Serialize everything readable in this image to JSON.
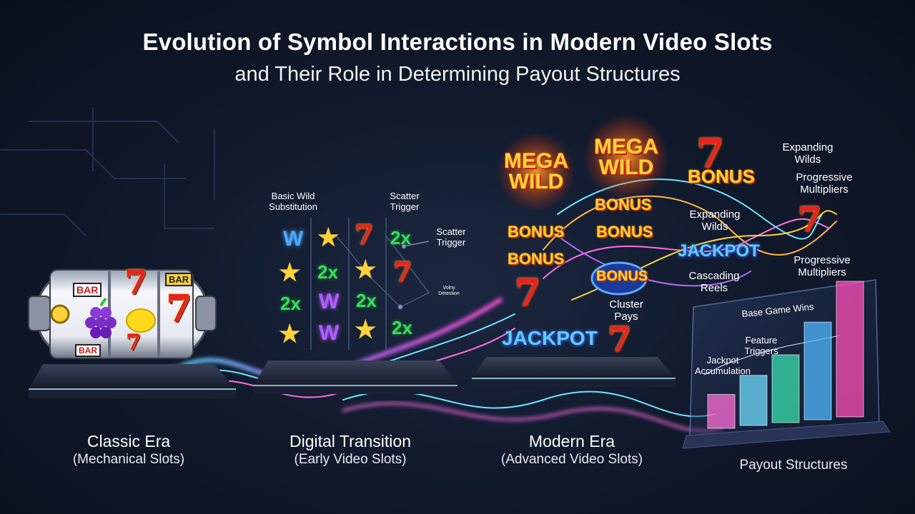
{
  "title": "Evolution of Symbol Interactions in Modern Video Slots",
  "subtitle": "and Their Role in Determining Payout Structures",
  "eras": [
    {
      "name": "Classic Era",
      "sub": "(Mechanical Slots)"
    },
    {
      "name": "Digital Transition",
      "sub": "(Early Video Slots)"
    },
    {
      "name": "Modern Era",
      "sub": "(Advanced Video Slots)"
    }
  ],
  "payout_label": "Payout Structures",
  "reel_labels": {
    "bar": "BAR"
  },
  "digital_labels": {
    "basic_wild": "Basic Wild\nSubstitution",
    "scatter_top": "Scatter\nTrigger",
    "scatter_right": "Scatter\nTrigger",
    "tiny": "Volny\nDetestion"
  },
  "modern_labels": {
    "expanding_1": "Expanding\nWilds",
    "progressive_1": "Progressive\nMultipliers",
    "expanding_2": "Expanding\nWilds",
    "cascading": "Cascading\nReels",
    "cluster": "Cluster\nPays",
    "progressive_2": "Progressive\nMultipliers"
  },
  "symbols": {
    "mega_wild": "MEGA\nWILD",
    "bonus": "BONUS",
    "jackpot": "JACKPOT",
    "seven": "7",
    "w": "W",
    "two_x": "2x"
  },
  "bar_chart_labels": {
    "base": "Base Game Wins",
    "feature": "Feature\nTriggers",
    "jackpot": "Jackpot\nAccumulation"
  },
  "bar_levels": [
    0.25,
    0.37,
    0.5,
    0.72,
    1.0
  ],
  "colors": {
    "accent_blue": "#4fd6ff",
    "accent_pink": "#ff4fd8",
    "gold": "#ffd23a",
    "red": "#e8221f"
  }
}
